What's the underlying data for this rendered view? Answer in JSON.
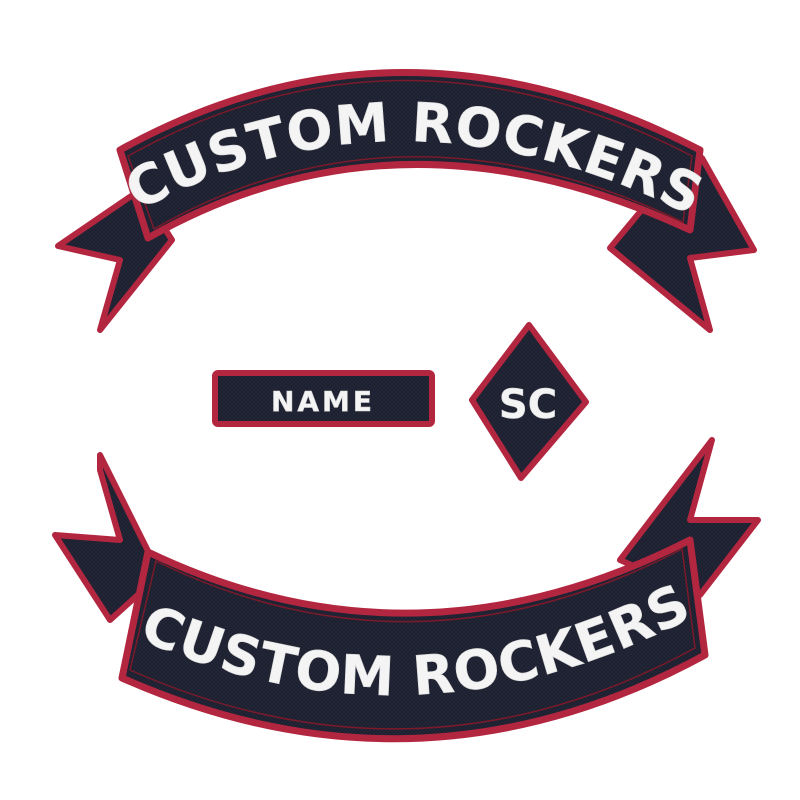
{
  "colors": {
    "background": "#ffffff",
    "patch_fill": "#1c1f2e",
    "border": "#b3263f",
    "border_inner": "#7a1a2b",
    "thread": "#f4f4f4"
  },
  "top_rocker": {
    "text": "CUSTOM ROCKERS"
  },
  "name_tab": {
    "text": "NAME"
  },
  "diamond": {
    "text": "SC"
  },
  "bottom_rocker": {
    "text": "CUSTOM ROCKERS"
  }
}
